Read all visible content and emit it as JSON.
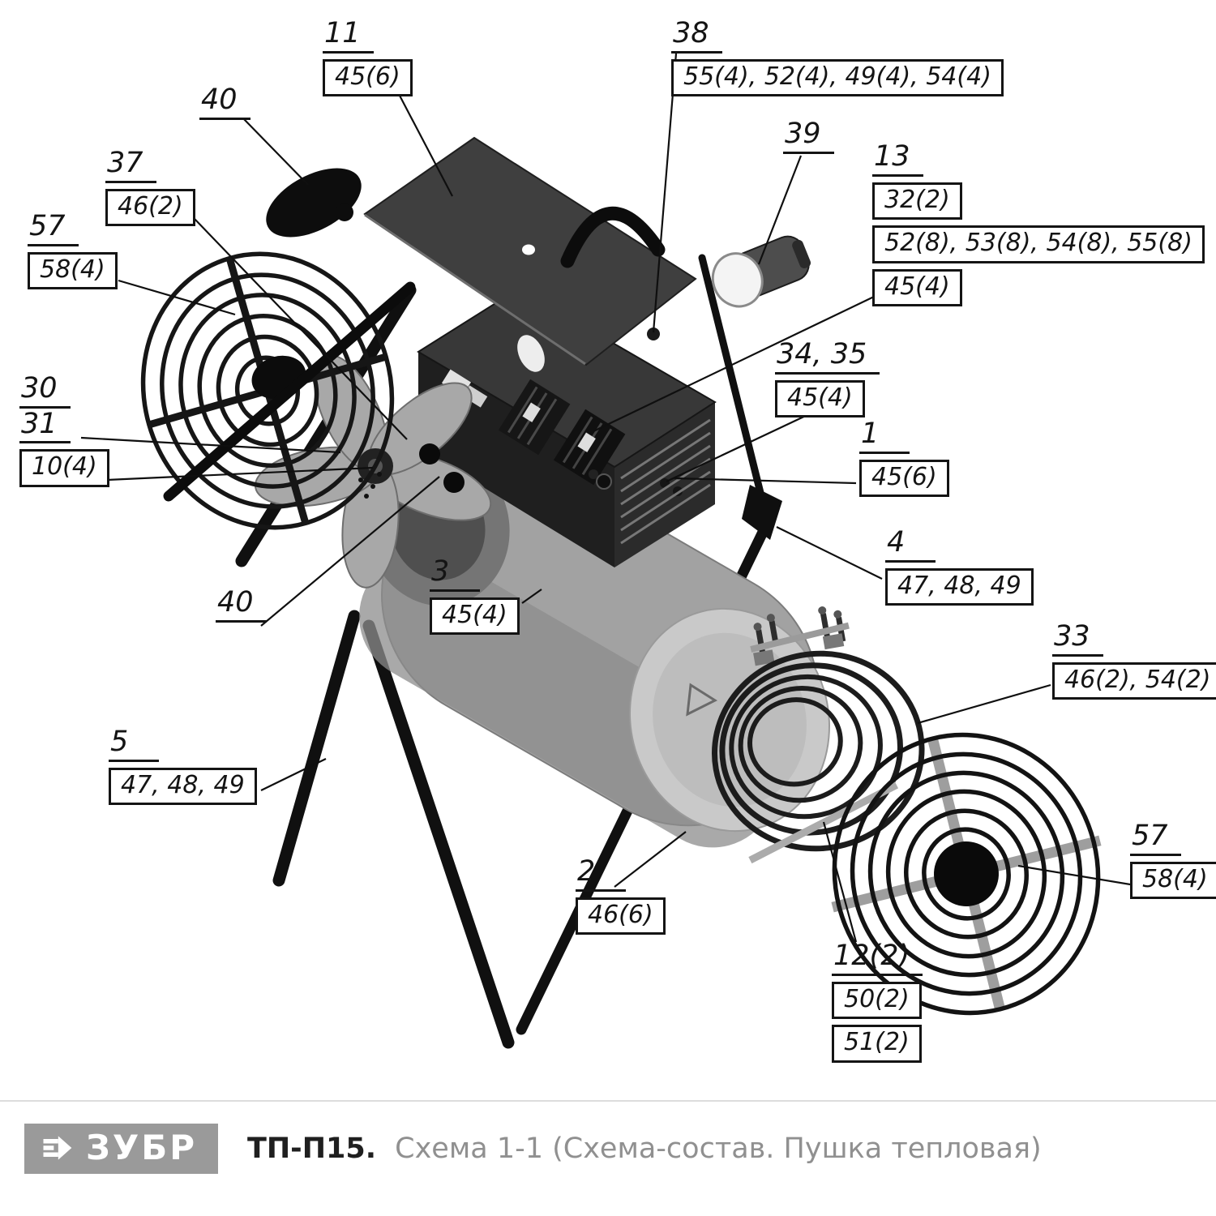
{
  "callouts": [
    {
      "numbers": [
        "11"
      ],
      "boxes": [
        "45(6)"
      ]
    },
    {
      "numbers": [
        "40"
      ],
      "boxes": []
    },
    {
      "numbers": [
        "37"
      ],
      "boxes": [
        "46(2)"
      ]
    },
    {
      "numbers": [
        "57"
      ],
      "boxes": [
        "58(4)"
      ]
    },
    {
      "numbers": [
        "38"
      ],
      "boxes": [
        "55(4), 52(4), 49(4), 54(4)"
      ]
    },
    {
      "numbers": [
        "39"
      ],
      "boxes": []
    },
    {
      "numbers": [
        "13"
      ],
      "boxes": [
        "32(2)",
        "52(8), 53(8), 54(8), 55(8)",
        "45(4)"
      ]
    },
    {
      "numbers": [
        "34, 35"
      ],
      "boxes": [
        "45(4)"
      ]
    },
    {
      "numbers": [
        "1"
      ],
      "boxes": [
        "45(6)"
      ]
    },
    {
      "numbers": [
        "4"
      ],
      "boxes": [
        "47, 48, 49"
      ]
    },
    {
      "numbers": [
        "30",
        "31"
      ],
      "boxes": [
        "10(4)"
      ]
    },
    {
      "numbers": [
        "40"
      ],
      "boxes": []
    },
    {
      "numbers": [
        "3"
      ],
      "boxes": [
        "45(4)"
      ]
    },
    {
      "numbers": [
        "33"
      ],
      "boxes": [
        "46(2), 54(2)"
      ]
    },
    {
      "numbers": [
        "5"
      ],
      "boxes": [
        "47, 48, 49"
      ]
    },
    {
      "numbers": [
        "2"
      ],
      "boxes": [
        "46(6)"
      ]
    },
    {
      "numbers": [
        "57"
      ],
      "boxes": [
        "58(4)"
      ]
    },
    {
      "numbers": [
        "12(2)"
      ],
      "boxes": [
        "50(2)",
        "51(2)"
      ]
    }
  ],
  "footer": {
    "logo": "ЗУБР",
    "model": "ТП-П15.",
    "title": "Схема 1-1 (Схема-состав. Пушка тепловая)"
  },
  "colors": {
    "line": "#141414",
    "box_background": "#ffffff",
    "logo_background": "#9a9a9a",
    "subtitle_gray": "#909090"
  }
}
